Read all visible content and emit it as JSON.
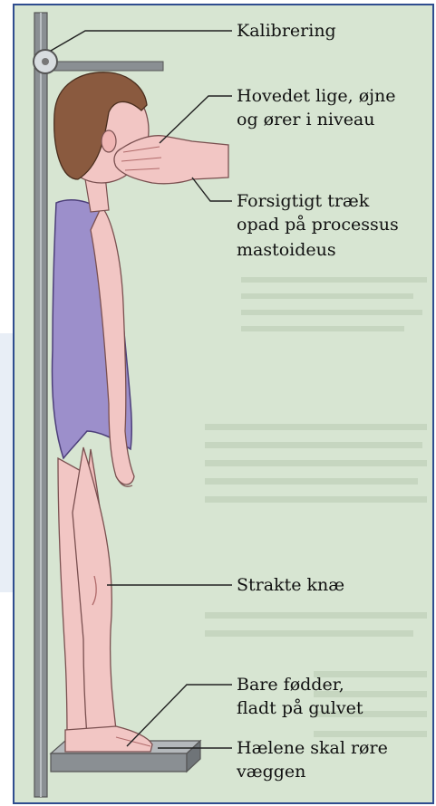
{
  "labels": {
    "calibration": "Kalibrering",
    "head_line1": "Hovedet lige, øjne",
    "head_line2": "og ører i niveau",
    "pull_line1": "Forsigtigt træk",
    "pull_line2": "opad på processus",
    "pull_line3": "mastoideus",
    "knees": "Strakte knæ",
    "feet_line1": "Bare fødder,",
    "feet_line2": "fladt på gulvet",
    "heels_line1": "Hælene skal røre",
    "heels_line2": "væggen"
  },
  "colors": {
    "background": "#d7e5d2",
    "skin": "#f2c6c4",
    "swimsuit": "#9c8fcb",
    "hair": "#8a5a3f",
    "stadiometer": "#8a8f93",
    "frame_border": "#2f4d8f"
  }
}
